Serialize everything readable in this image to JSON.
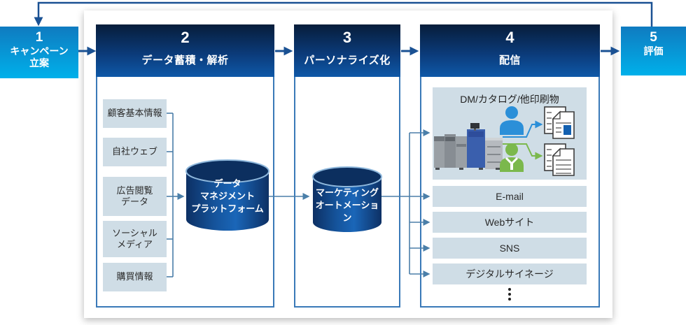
{
  "colors": {
    "header_gradient_top": "#071d3a",
    "header_gradient_bottom": "#0e58a8",
    "side_gradient_top": "#0f7bc0",
    "side_gradient_bottom": "#00b0ea",
    "item_bg": "#cfdde6",
    "flow_arrow": "#1a5193",
    "connector": "#4b7fa9",
    "person_blue": "#2b8fd8",
    "person_green": "#7bb84c",
    "doc_accent": "#1360b0"
  },
  "steps": {
    "s1": {
      "number": "1",
      "label": "キャンペーン\n立案"
    },
    "s2": {
      "number": "2",
      "label": "データ蓄積・解析"
    },
    "s3": {
      "number": "3",
      "label": "パーソナライズ化"
    },
    "s4": {
      "number": "4",
      "label": "配信"
    },
    "s5": {
      "number": "5",
      "label": "評価"
    }
  },
  "sources": [
    {
      "label": "顧客基本情報"
    },
    {
      "label": "自社ウェブ"
    },
    {
      "label": "広告閲覧\nデータ"
    },
    {
      "label": "ソーシャル\nメディア"
    },
    {
      "label": "購買情報"
    }
  ],
  "platforms": {
    "dmp": {
      "label": "データ\nマネジメント\nプラットフォーム"
    },
    "ma": {
      "label": "マーケティング\nオートメーション"
    }
  },
  "channels": {
    "print": {
      "label": "DM/カタログ/他印刷物"
    },
    "list": [
      {
        "label": "E-mail"
      },
      {
        "label": "Webサイト"
      },
      {
        "label": "SNS"
      },
      {
        "label": "デジタルサイネージ"
      }
    ]
  }
}
